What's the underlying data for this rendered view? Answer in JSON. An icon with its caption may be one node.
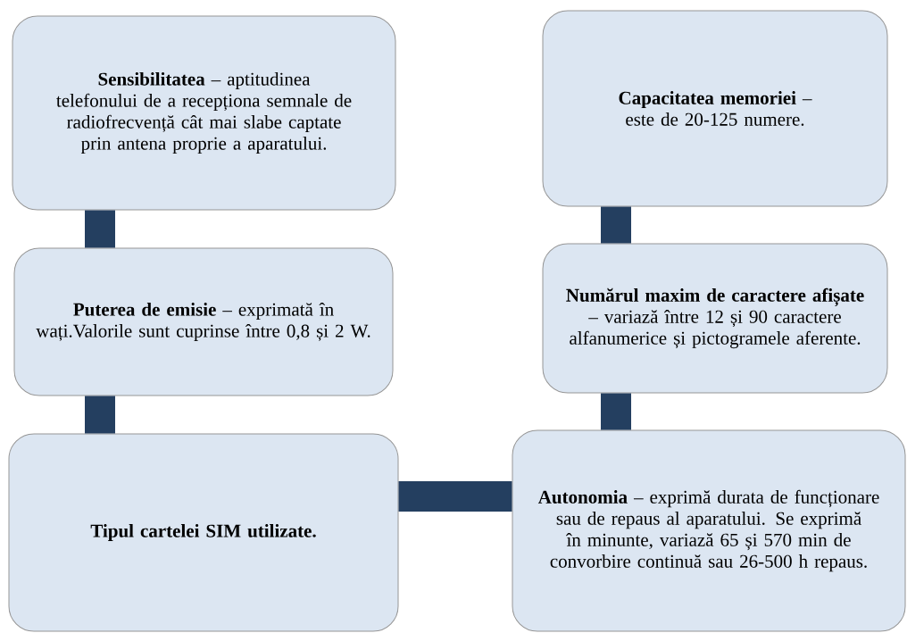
{
  "diagram": {
    "nodes": [
      {
        "text": [
          "**Sensibilitatea** – aptitudinea telefonului de a recepționa semnale de radiofrecvență cât mai slabe captate prin antena proprie a aparatului."
        ]
      },
      {
        "text": [
          "**Capacitatea memoriei** – este de 20-125 numere."
        ]
      },
      {
        "text": [
          "**Puterea de emisie** – exprimată în wați.Valorile sunt cuprinse între 0,8 și 2 W."
        ]
      },
      {
        "text": [
          "**Numărul maxim de caractere afișate** – variază între 12 și 90 caractere alfanumerice și pictogramele aferente."
        ]
      },
      {
        "text": [
          "Tipul cartelei SIM utilizate."
        ]
      },
      {
        "text": [
          "**Autonomia** – exprimă durata de funcționare sau de repaus al aparatului. Se exprimă în minunte, variază 65 și 570 min de convorbire continuă sau 26-500 h repaus."
        ]
      }
    ],
    "edges": [
      {
        "from": 0,
        "to": 2,
        "arrow": "none"
      },
      {
        "from": 2,
        "to": 4,
        "arrow": "none"
      },
      {
        "from": 4,
        "to": 5,
        "arrow": "none"
      },
      {
        "from": 5,
        "to": 3,
        "arrow": "none"
      },
      {
        "from": 3,
        "to": 1,
        "arrow": "none"
      }
    ]
  }
}
